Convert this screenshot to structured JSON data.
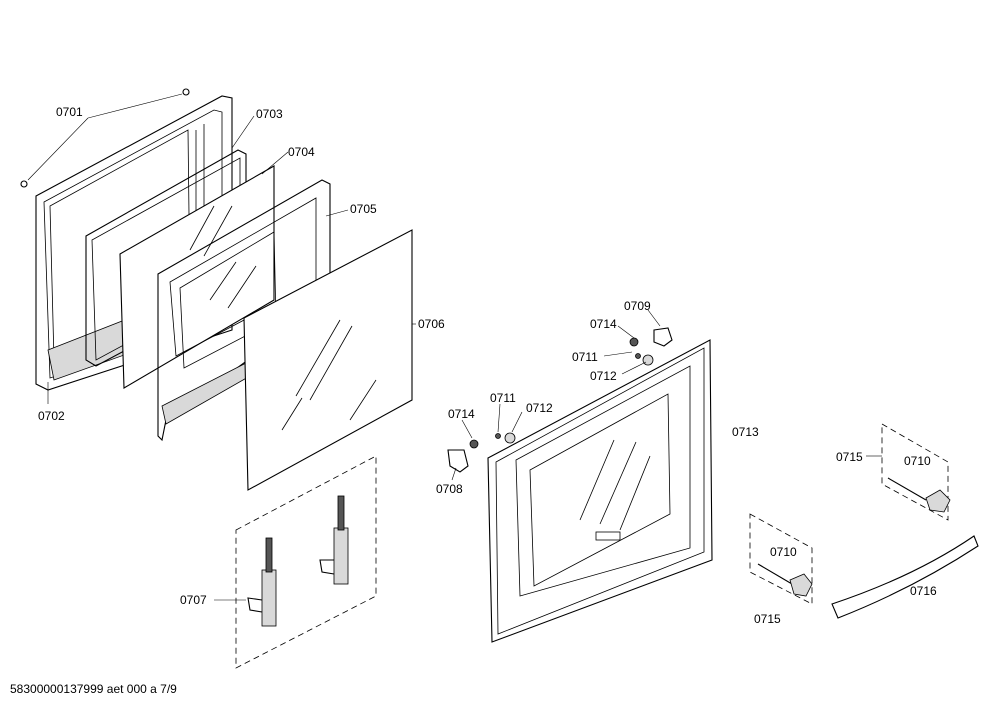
{
  "labels": {
    "p0701": "0701",
    "p0702": "0702",
    "p0703": "0703",
    "p0704": "0704",
    "p0705": "0705",
    "p0706": "0706",
    "p0707": "0707",
    "p0708": "0708",
    "p0709": "0709",
    "p0710a": "0710",
    "p0710b": "0710",
    "p0711a": "0711",
    "p0711b": "0711",
    "p0712a": "0712",
    "p0712b": "0712",
    "p0713": "0713",
    "p0714a": "0714",
    "p0714b": "0714",
    "p0715a": "0715",
    "p0715b": "0715",
    "p0716": "0716"
  },
  "footer": {
    "doc_id": "58300000137999 aet 000 a 7/9"
  }
}
